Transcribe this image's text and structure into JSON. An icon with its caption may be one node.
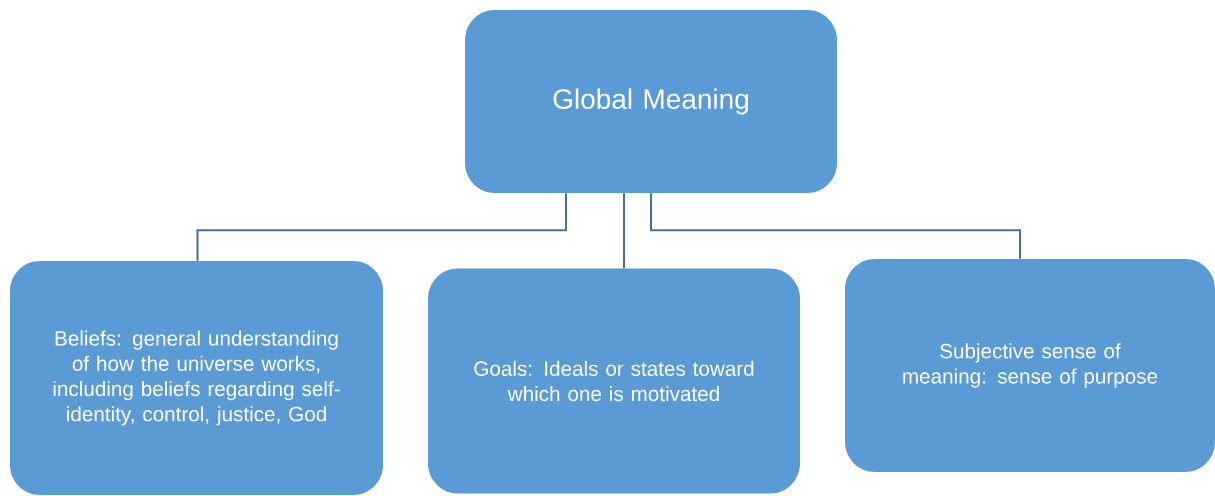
{
  "diagram": {
    "nodes": [
      {
        "text": [
          "Global Meaning"
        ]
      },
      {
        "text": [
          "Beliefs: general understanding of how the universe works, including beliefs regarding self-identity, control, justice, God"
        ]
      },
      {
        "text": [
          "Goals: Ideals or states toward which one is motivated"
        ]
      },
      {
        "text": [
          "Subjective sense of meaning: sense of purpose"
        ]
      }
    ],
    "edges": [
      {
        "from": 0,
        "to": 1,
        "arrow": "none"
      },
      {
        "from": 0,
        "to": 2,
        "arrow": "none"
      },
      {
        "from": 0,
        "to": 3,
        "arrow": "none"
      }
    ]
  }
}
